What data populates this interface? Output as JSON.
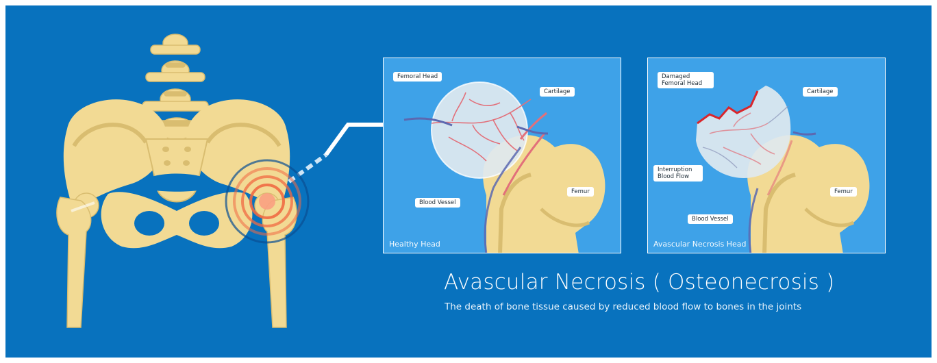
{
  "title": "Avascular Necrosis ( Osteonecrosis )",
  "subtitle": "The death of bone tissue caused by reduced blood flow to bones in the joints",
  "panels": {
    "healthy": {
      "caption": "Healthy Head",
      "labels": {
        "femoral_head": "Femoral Head",
        "cartilage": "Cartilage",
        "blood_vessel": "Blood Vessel",
        "femur": "Femur"
      }
    },
    "necrosis": {
      "caption": "Avascular Necrosis Head",
      "labels": {
        "damaged_line1": "Damaged",
        "damaged_line2": "Femoral Head",
        "cartilage": "Cartilage",
        "interruption_line1": "Interruption",
        "interruption_line2": "Blood Flow",
        "blood_vessel": "Blood Vessel",
        "femur": "Femur"
      }
    }
  },
  "colors": {
    "background": "#0872be",
    "panel": "#3ea2e8",
    "bone": "#f2da94",
    "bone_shade": "#d9bd70",
    "cartilage": "#dfe9ef",
    "vessel_red": "#e2707a",
    "vessel_blue": "#5c68b0",
    "damage": "#d9262c",
    "pain_ring": "#f06a43"
  }
}
